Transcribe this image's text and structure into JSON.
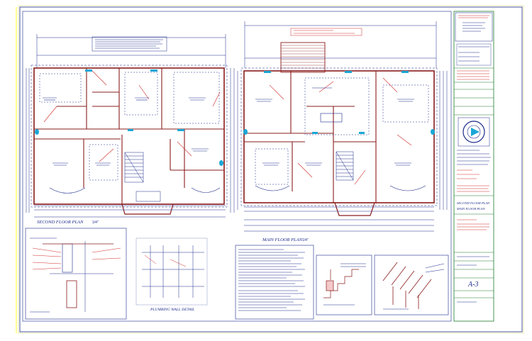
{
  "sheet": {
    "second_floor_title": "SECOND FLOOR PLAN",
    "second_floor_scale": "1/4\"",
    "main_floor_title": "MAIN FLOOR PLAN",
    "main_floor_scale": "1/4\"",
    "plumbing_title": "PLUMBING WALL DETAIL",
    "title_block": {
      "sheet_title_line1": "SECOND FLOOR PLAN",
      "sheet_title_line2": "MAIN FLOOR PLAN",
      "sheet_number": "A-3"
    }
  },
  "colors": {
    "ink": "#1b2a8a",
    "wall": "#8a1c1c",
    "accent": "#d22a2a",
    "cyan": "#1aa7d6",
    "frame": "#1e7a2a",
    "highlight": "#ffff66"
  }
}
